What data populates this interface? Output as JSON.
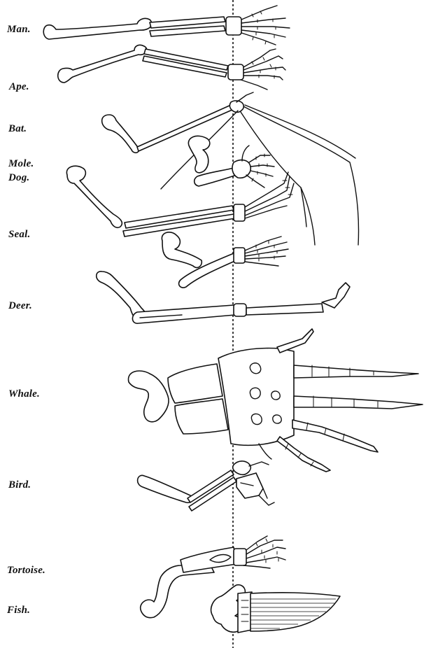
{
  "labels": {
    "man": "Man.",
    "ape": "Ape.",
    "bat": "Bat.",
    "mole": "Mole.",
    "dog": "Dog.",
    "seal": "Seal.",
    "deer": "Deer.",
    "whale": "Whale.",
    "bird": "Bird.",
    "tortoise": "Tortoise.",
    "fish": "Fish."
  }
}
